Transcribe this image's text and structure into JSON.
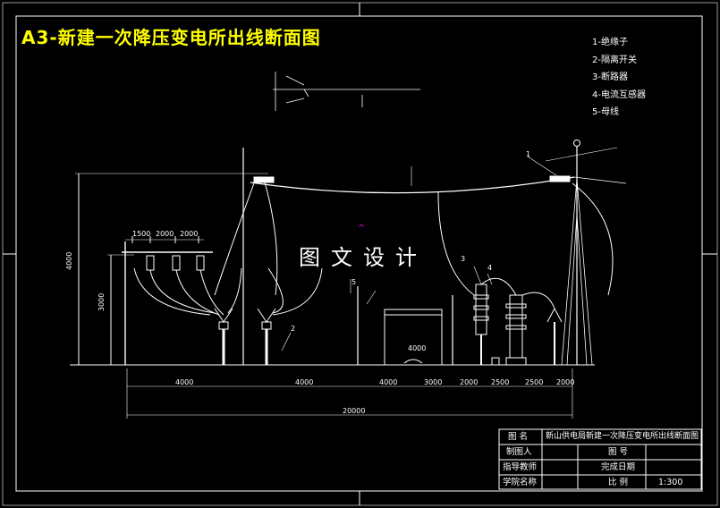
{
  "title": "A3-新建一次降压变电所出线断面图",
  "legend": [
    "1-绝缘子",
    "2-隔离开关",
    "3-断路器",
    "4-电流互感器",
    "5-母线"
  ],
  "watermark": "图文设计",
  "dimensions": {
    "top_row": [
      "1500",
      "2000",
      "2000"
    ],
    "bottom_row": [
      "4000",
      "4000",
      "4000",
      "3000",
      "2000",
      "2500",
      "2500",
      "2000"
    ],
    "total": "20000",
    "left_height": "4000",
    "inner_height": "3000",
    "box_label": "4000"
  },
  "callouts": [
    "1",
    "2",
    "3",
    "4",
    "5"
  ],
  "title_block": {
    "drawing_name_label": "图  名",
    "drawing_name": "新山供电局新建一次降压变电所出线断面图",
    "drawn_by_label": "制图人",
    "drawing_no_label": "图  号",
    "advisor_label": "指导教师",
    "completion_date_label": "完成日期",
    "school_label": "学院名称",
    "scale_label": "比  例",
    "scale_value": "1:300"
  },
  "colors": {
    "background": "#000000",
    "line": "#ffffff",
    "title": "#ffff00",
    "marker": "#ff00ff"
  }
}
